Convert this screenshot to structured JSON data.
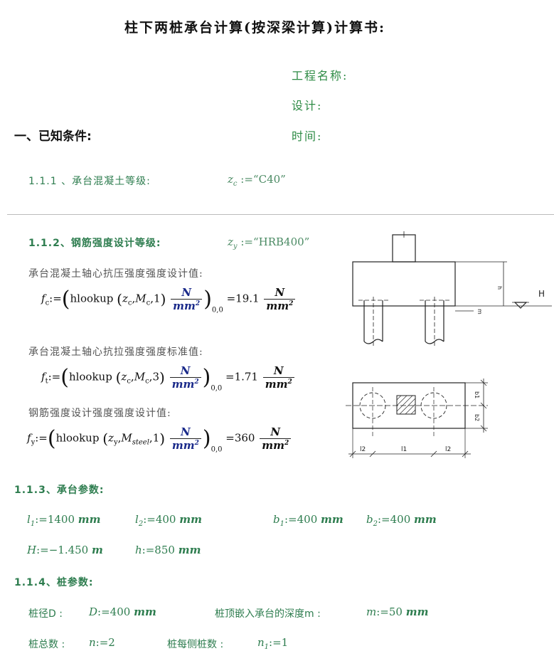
{
  "title": "柱下两桩承台计算(按深梁计算)计算书:",
  "meta": {
    "project_label": "工程名称:",
    "design_label": "设计:",
    "time_label": "时间:"
  },
  "section1": {
    "heading": "一、已知条件:"
  },
  "s111": {
    "label": "1.1.1 、承台混凝土等级:",
    "var": "z",
    "var_sub": "c",
    "assign": ":=",
    "value": "“C40”"
  },
  "s112": {
    "label": "1.1.2、钢筋强度设计等级:",
    "var": "z",
    "var_sub": "y",
    "assign": ":=",
    "value": "“HRB400”",
    "fc_desc": "承台混凝土轴心抗压强度强度设计值:",
    "fc": {
      "lhs": "f",
      "lhs_sub": "c",
      "fn": "hlookup",
      "args": "z",
      "args_sub": "c",
      "m": "M",
      "m_sub": "c",
      "idx": "1",
      "unit_num": "N",
      "unit_den": "mm",
      "unit_exp": "2",
      "range": "0,0",
      "result": "19.1"
    },
    "ft_desc": "承台混凝土轴心抗拉强度强度标准值:",
    "ft": {
      "lhs": "f",
      "lhs_sub": "t",
      "fn": "hlookup",
      "args": "z",
      "args_sub": "c",
      "m": "M",
      "m_sub": "c",
      "idx": "3",
      "unit_num": "N",
      "unit_den": "mm",
      "unit_exp": "2",
      "range": "0,0",
      "result": "1.71"
    },
    "fy_desc": "钢筋强度设计强度强度设计值:",
    "fy": {
      "lhs": "f",
      "lhs_sub": "y",
      "fn": "hlookup",
      "args": "z",
      "args_sub": "y",
      "m": "M",
      "m_sub": "steel",
      "idx": "1",
      "unit_num": "N",
      "unit_den": "mm",
      "unit_exp": "2",
      "range": "0,0",
      "result": "360"
    }
  },
  "s113": {
    "label": "1.1.3、承台参数:",
    "l1": {
      "name": "l",
      "sub": "1",
      "assign": ":=",
      "value": "1400",
      "unit": "mm"
    },
    "l2": {
      "name": "l",
      "sub": "2",
      "assign": ":=",
      "value": "400",
      "unit": "mm"
    },
    "b1": {
      "name": "b",
      "sub": "1",
      "assign": ":=",
      "value": "400",
      "unit": "mm"
    },
    "b2": {
      "name": "b",
      "sub": "2",
      "assign": ":=",
      "value": "400",
      "unit": "mm"
    },
    "H": {
      "name": "H",
      "assign": ":=",
      "value": "−1.450",
      "unit": "m"
    },
    "h": {
      "name": "h",
      "assign": ":=",
      "value": "850",
      "unit": "mm"
    }
  },
  "s114": {
    "label": "1.1.4、桩参数:",
    "d_label": "桩径D :",
    "D": {
      "name": "D",
      "assign": ":=",
      "value": "400",
      "unit": "mm"
    },
    "m_label": "桩顶嵌入承台的深度m :",
    "m": {
      "name": "m",
      "assign": ":=",
      "value": "50",
      "unit": "mm"
    },
    "n_label": "桩总数 :",
    "n": {
      "name": "n",
      "assign": ":=",
      "value": "2"
    },
    "n1_label": "桩每侧桩数 :",
    "n1": {
      "name": "n",
      "sub": "1",
      "assign": ":=",
      "value": "1"
    }
  },
  "diagram": {
    "elev_H": "H",
    "elev_h": "h",
    "elev_m": "m",
    "plan_l2_left": "l2",
    "plan_l1": "l1",
    "plan_l2_right": "l2",
    "plan_b1": "b1",
    "plan_b2": "b2"
  },
  "colors": {
    "green": "#2e7d4f",
    "meta_green": "#2e8b45",
    "rule": "#bbbbbb"
  }
}
